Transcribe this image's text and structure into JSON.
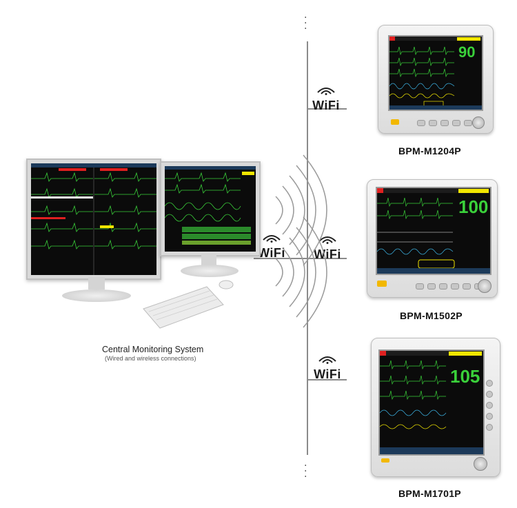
{
  "network": {
    "wifi_label": "WiFi"
  },
  "central": {
    "title": "Central Monitoring System",
    "subtitle": "(Wired and wireless connections)"
  },
  "devices": [
    {
      "model": "BPM-M1204P",
      "hr": "90"
    },
    {
      "model": "BPM-M1502P",
      "hr": "100"
    },
    {
      "model": "BPM-M1701P",
      "hr": "105"
    }
  ],
  "colors": {
    "ecg": "#3ad13a",
    "line": "#8a8a8a",
    "alarm": "#f2e600",
    "alert": "#e02020"
  }
}
